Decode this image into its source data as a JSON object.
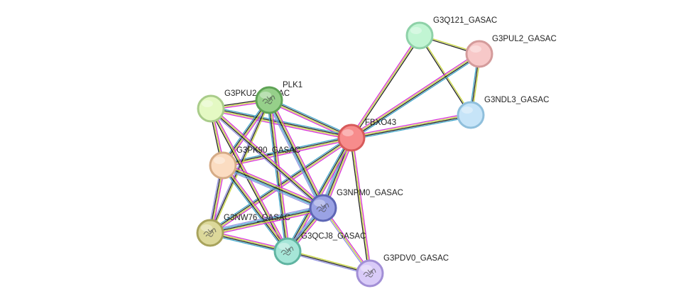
{
  "nodes": [
    {
      "id": "FBXO43",
      "label": "FBXO43",
      "fill": "#f78c8c",
      "stroke": "#d75a5a",
      "has_structure": false
    },
    {
      "id": "G3Q121",
      "label": "G3Q121_GASAC",
      "fill": "#c1f5d3",
      "stroke": "#8ed1a8",
      "has_structure": false
    },
    {
      "id": "G3PUL2",
      "label": "G3PUL2_GASAC",
      "fill": "#f7c8c8",
      "stroke": "#d49b9b",
      "has_structure": false
    },
    {
      "id": "G3NDL3",
      "label": "G3NDL3_GASAC",
      "fill": "#c6e4f8",
      "stroke": "#8fbfdc",
      "has_structure": false
    },
    {
      "id": "G3PKU2",
      "label": "G3PKU2_GASAC",
      "fill": "#e4f9c3",
      "stroke": "#a9cc8a",
      "has_structure": false
    },
    {
      "id": "PLK1",
      "label": "PLK1",
      "fill": "#96d08a",
      "stroke": "#5ea355",
      "has_structure": true
    },
    {
      "id": "G3PK90",
      "label": "G3PK90_GASAC",
      "fill": "#fbdcc1",
      "stroke": "#d5ab86",
      "has_structure": false
    },
    {
      "id": "G3NPM0",
      "label": "G3NPM0_GASAC",
      "fill": "#9aa2e4",
      "stroke": "#5d66b5",
      "has_structure": true
    },
    {
      "id": "G3NW76",
      "label": "G3NW76_GASAC",
      "fill": "#dcd89a",
      "stroke": "#a8a35c",
      "has_structure": true
    },
    {
      "id": "G3QCJ8",
      "label": "G3QCJ8_GASAC",
      "fill": "#a6e6d8",
      "stroke": "#5fb4a1",
      "has_structure": true
    },
    {
      "id": "G3PDV0",
      "label": "G3PDV0_GASAC",
      "fill": "#d9cbf8",
      "stroke": "#a28fd6",
      "has_structure": true
    }
  ],
  "edges": [
    {
      "from": "G3Q121",
      "to": "G3PUL2",
      "types": [
        "text",
        "coexp"
      ]
    },
    {
      "from": "G3Q121",
      "to": "G3NDL3",
      "types": [
        "text",
        "coexp"
      ]
    },
    {
      "from": "G3PUL2",
      "to": "G3NDL3",
      "types": [
        "text",
        "coexp",
        "exp"
      ]
    },
    {
      "from": "FBXO43",
      "to": "G3Q121",
      "types": [
        "db",
        "text",
        "coexp"
      ]
    },
    {
      "from": "FBXO43",
      "to": "G3PUL2",
      "types": [
        "db",
        "text",
        "coexp",
        "exp"
      ]
    },
    {
      "from": "FBXO43",
      "to": "G3NDL3",
      "types": [
        "db",
        "text",
        "coexp",
        "exp"
      ]
    },
    {
      "from": "FBXO43",
      "to": "PLK1",
      "types": [
        "db",
        "text",
        "coexp",
        "exp"
      ]
    },
    {
      "from": "FBXO43",
      "to": "G3PKU2",
      "types": [
        "db",
        "text",
        "coexp",
        "exp"
      ]
    },
    {
      "from": "FBXO43",
      "to": "G3PK90",
      "types": [
        "db",
        "text",
        "coexp",
        "exp"
      ]
    },
    {
      "from": "FBXO43",
      "to": "G3NPM0",
      "types": [
        "db",
        "text",
        "coexp",
        "exp",
        "homology"
      ]
    },
    {
      "from": "FBXO43",
      "to": "G3NW76",
      "types": [
        "db",
        "text",
        "coexp",
        "exp"
      ]
    },
    {
      "from": "FBXO43",
      "to": "G3QCJ8",
      "types": [
        "db",
        "text",
        "coexp",
        "exp"
      ]
    },
    {
      "from": "FBXO43",
      "to": "G3PDV0",
      "types": [
        "db",
        "text",
        "coexp"
      ]
    },
    {
      "from": "PLK1",
      "to": "G3PKU2",
      "types": [
        "db",
        "text",
        "coexp"
      ]
    },
    {
      "from": "PLK1",
      "to": "G3PK90",
      "types": [
        "db",
        "text",
        "coexp",
        "exp"
      ]
    },
    {
      "from": "PLK1",
      "to": "G3NPM0",
      "types": [
        "db",
        "text",
        "coexp",
        "exp",
        "homology"
      ]
    },
    {
      "from": "PLK1",
      "to": "G3NW76",
      "types": [
        "text",
        "coexp",
        "homology"
      ]
    },
    {
      "from": "PLK1",
      "to": "G3QCJ8",
      "types": [
        "db",
        "text",
        "coexp",
        "exp"
      ]
    },
    {
      "from": "G3PKU2",
      "to": "G3PK90",
      "types": [
        "db",
        "text",
        "coexp"
      ]
    },
    {
      "from": "G3PKU2",
      "to": "G3NPM0",
      "types": [
        "db",
        "text",
        "coexp",
        "homology"
      ]
    },
    {
      "from": "G3PKU2",
      "to": "G3QCJ8",
      "types": [
        "db",
        "text",
        "coexp"
      ]
    },
    {
      "from": "G3PK90",
      "to": "G3NPM0",
      "types": [
        "db",
        "text",
        "coexp",
        "exp",
        "homology"
      ]
    },
    {
      "from": "G3PK90",
      "to": "G3NW76",
      "types": [
        "db",
        "text",
        "coexp",
        "homology"
      ]
    },
    {
      "from": "G3PK90",
      "to": "G3QCJ8",
      "types": [
        "db",
        "text",
        "coexp",
        "exp"
      ]
    },
    {
      "from": "G3NPM0",
      "to": "G3NW76",
      "types": [
        "db",
        "text",
        "coexp",
        "exp",
        "homology"
      ]
    },
    {
      "from": "G3NPM0",
      "to": "G3QCJ8",
      "types": [
        "db",
        "text",
        "coexp",
        "exp",
        "homology"
      ]
    },
    {
      "from": "G3NPM0",
      "to": "G3PDV0",
      "types": [
        "db",
        "text",
        "homology"
      ]
    },
    {
      "from": "G3NW76",
      "to": "G3QCJ8",
      "types": [
        "db",
        "text",
        "coexp",
        "exp"
      ]
    },
    {
      "from": "G3QCJ8",
      "to": "G3PDV0",
      "types": [
        "text",
        "coexp",
        "homology"
      ]
    }
  ],
  "edge_colors": {
    "db": "#d62ed6",
    "text": "#c6d43a",
    "coexp": "#222222",
    "exp": "#3fa5c9",
    "homology": "#8f8fe0"
  }
}
